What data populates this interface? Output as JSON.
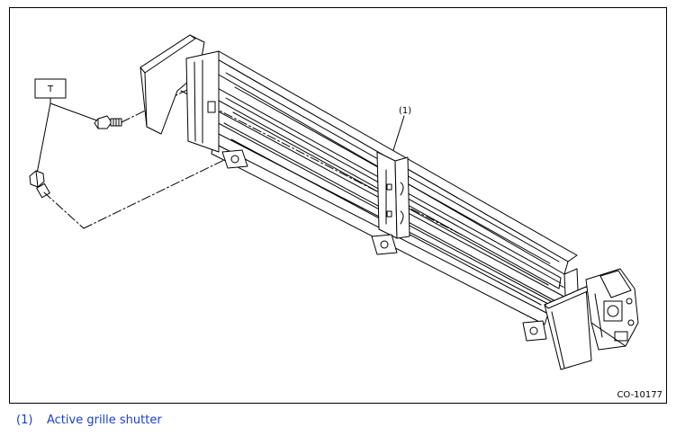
{
  "diagram": {
    "callout_torque": "T",
    "callout_part": "(1)",
    "figure_code": "CO-10177"
  },
  "legend": [
    {
      "number": "(1)",
      "label": "Active grille shutter"
    }
  ]
}
